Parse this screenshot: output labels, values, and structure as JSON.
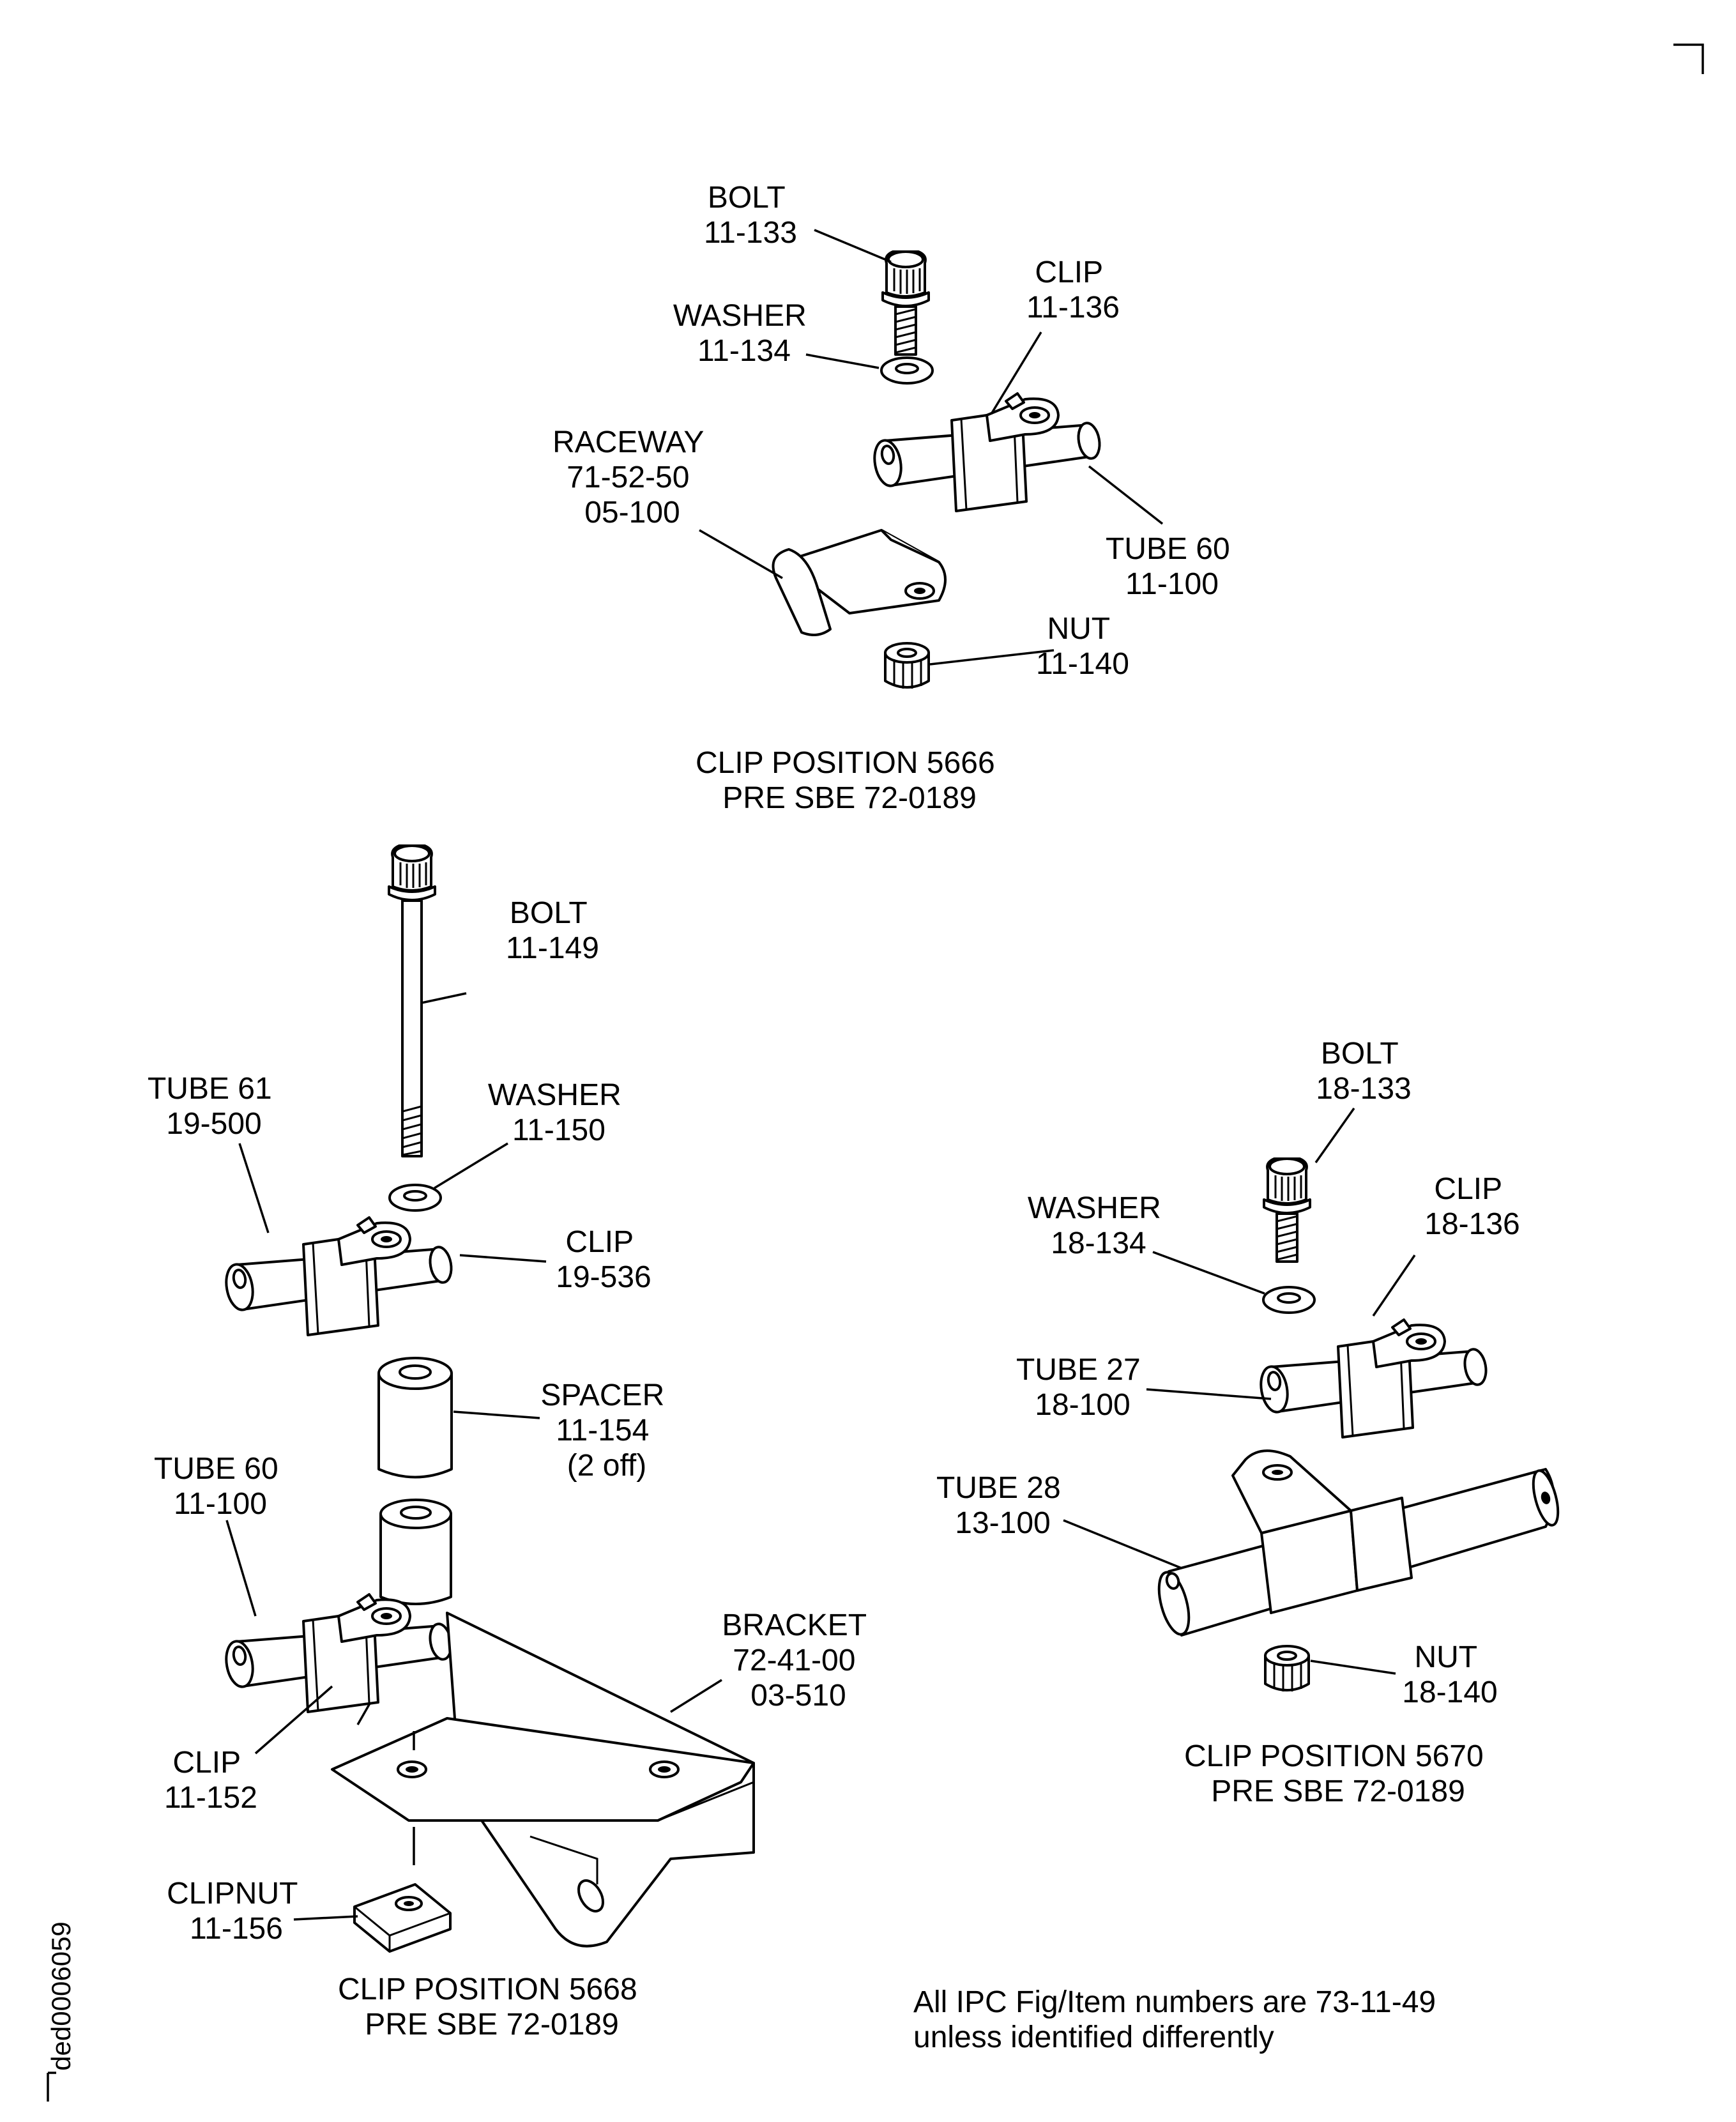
{
  "drawing_id": "ded0006059",
  "note": {
    "line1": "All IPC Fig/Item numbers are 73-11-49",
    "line2": "unless identified differently"
  },
  "views": {
    "pos5666": {
      "caption1": "CLIP POSITION 5666",
      "caption2": "PRE SBE 72-0189",
      "labels": {
        "bolt": [
          "BOLT",
          "11-133"
        ],
        "washer": [
          "WASHER",
          "11-134"
        ],
        "clip": [
          "CLIP",
          "11-136"
        ],
        "raceway": [
          "RACEWAY",
          "71-52-50",
          "05-100"
        ],
        "tube": [
          "TUBE 60",
          "11-100"
        ],
        "nut": [
          "NUT",
          "11-140"
        ]
      }
    },
    "pos5668": {
      "caption1": "CLIP POSITION 5668",
      "caption2": "PRE SBE 72-0189",
      "labels": {
        "bolt": [
          "BOLT",
          "11-149"
        ],
        "tube61": [
          "TUBE 61",
          "19-500"
        ],
        "washer": [
          "WASHER",
          "11-150"
        ],
        "clip_upper": [
          "CLIP",
          "19-536"
        ],
        "spacer": [
          "SPACER",
          "11-154",
          "(2 off)"
        ],
        "tube60": [
          "TUBE 60",
          "11-100"
        ],
        "bracket": [
          "BRACKET",
          "72-41-00",
          "03-510"
        ],
        "clip_lower": [
          "CLIP",
          "11-152"
        ],
        "clipnut": [
          "CLIPNUT",
          "11-156"
        ]
      }
    },
    "pos5670": {
      "caption1": "CLIP POSITION 5670",
      "caption2": "PRE SBE 72-0189",
      "labels": {
        "bolt": [
          "BOLT",
          "18-133"
        ],
        "washer": [
          "WASHER",
          "18-134"
        ],
        "clip": [
          "CLIP",
          "18-136"
        ],
        "tube27": [
          "TUBE 27",
          "18-100"
        ],
        "tube28": [
          "TUBE 28",
          "13-100"
        ],
        "nut": [
          "NUT",
          "18-140"
        ]
      }
    }
  }
}
